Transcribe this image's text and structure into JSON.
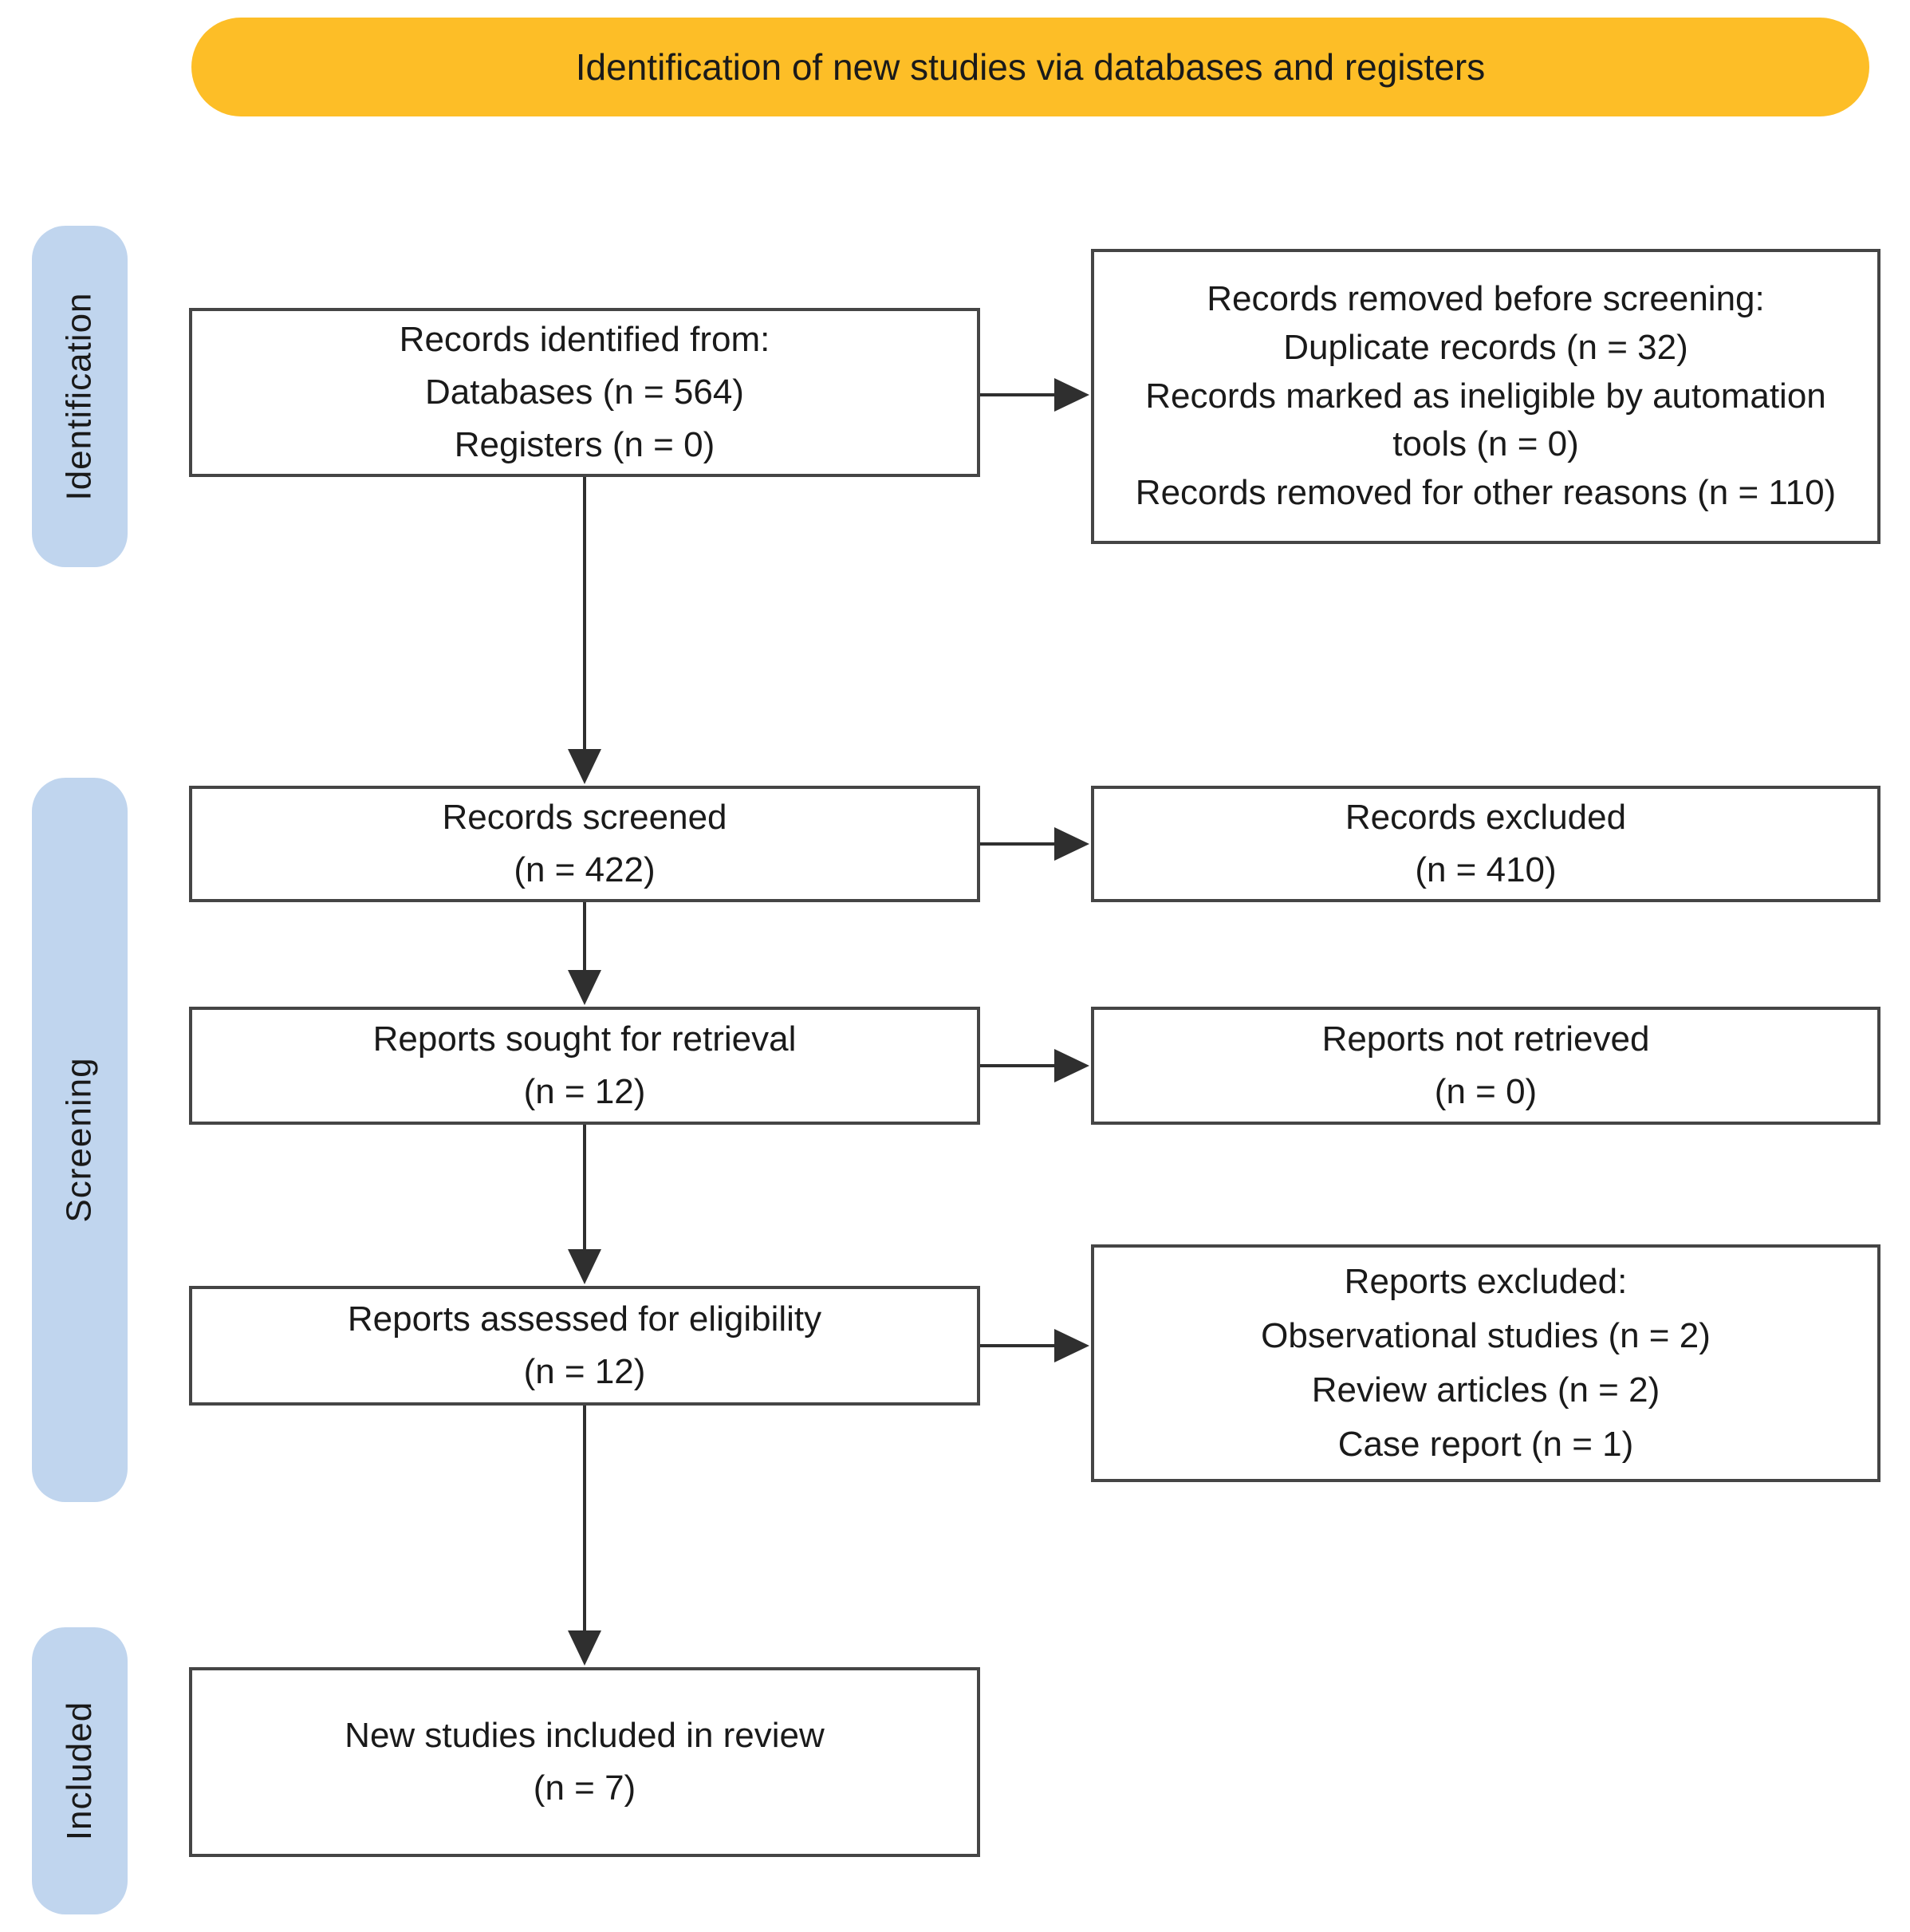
{
  "banner": {
    "label": "Identification of new studies via databases and registers"
  },
  "stages": [
    {
      "label": "Identification"
    },
    {
      "label": "Screening"
    },
    {
      "label": "Included"
    }
  ],
  "boxes": {
    "records_identified": {
      "lines": [
        "Records identified from:",
        "Databases (n = 564)",
        "Registers (n = 0)"
      ]
    },
    "records_removed": {
      "lines": [
        "Records removed before screening:",
        "Duplicate records (n = 32)",
        "Records marked as ineligible by automation tools (n = 0)",
        "Records removed for other reasons (n = 110)"
      ]
    },
    "records_screened": {
      "lines": [
        "Records screened",
        "(n = 422)"
      ]
    },
    "records_excluded": {
      "lines": [
        "Records excluded",
        "(n = 410)"
      ]
    },
    "reports_sought": {
      "lines": [
        "Reports sought for retrieval",
        "(n = 12)"
      ]
    },
    "reports_not_retrieved": {
      "lines": [
        "Reports not retrieved",
        "(n = 0)"
      ]
    },
    "reports_assessed": {
      "lines": [
        "Reports assessed for eligibility",
        "(n = 12)"
      ]
    },
    "reports_excluded": {
      "lines": [
        "Reports excluded:",
        "Observational studies (n = 2)",
        "Review articles (n = 2)",
        "Case report (n = 1)"
      ]
    },
    "new_studies": {
      "lines": [
        "New studies included in review",
        "(n = 7)"
      ]
    }
  },
  "colors": {
    "banner_bg": "#FDBE27",
    "stage_bg": "#C0D5EE",
    "box_border": "#454545",
    "arrow": "#2f2f2f",
    "text": "#1a1a1a"
  }
}
